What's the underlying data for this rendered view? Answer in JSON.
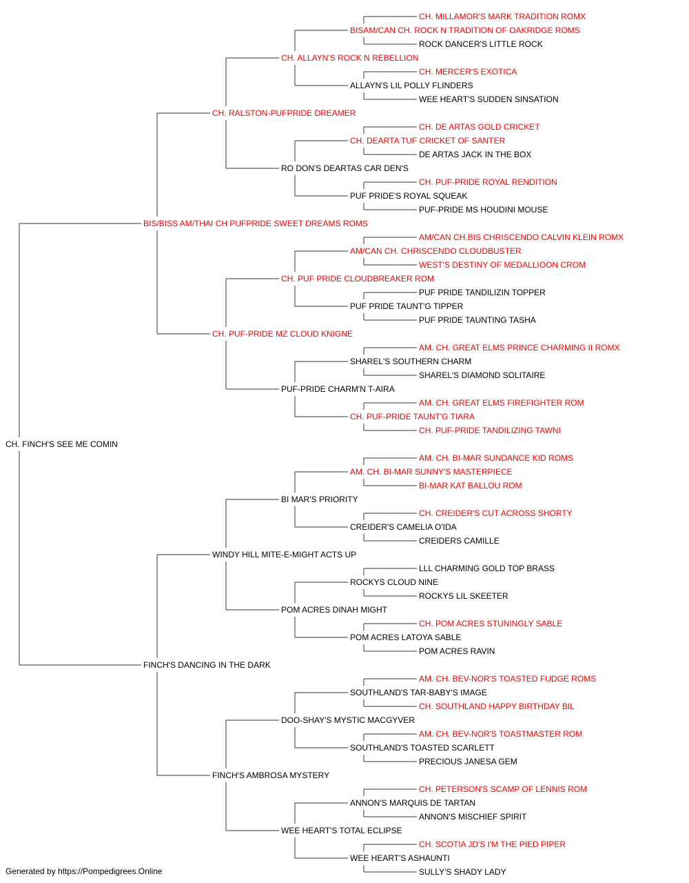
{
  "colors": {
    "champion": "#ff0000",
    "normal": "#000000",
    "line": "#333333"
  },
  "footer": "Generated by https://Pompedigrees.Online",
  "subject": {
    "name": "CH. FINCH'S SEE ME COMIN",
    "champion": false
  },
  "sire": {
    "name": "BIS/BISS AM/THAI CH PUFPRIDE SWEET DREAMS ROMS",
    "champion": true
  },
  "dam": {
    "name": "FINCH'S DANCING IN THE DARK",
    "champion": false
  },
  "grandparents": [
    {
      "name": "CH. RALSTON-PUFPRIDE DREAMER",
      "champion": true
    },
    {
      "name": "CH. PUF-PRIDE MZ CLOUD KNIGNE",
      "champion": true
    },
    {
      "name": "WINDY HILL MITE-E-MIGHT ACTS UP",
      "champion": false
    },
    {
      "name": "FINCH'S AMBROSA MYSTERY",
      "champion": false
    }
  ],
  "great_grandparents": [
    {
      "name": "CH. ALLAYN'S ROCK N REBELLION",
      "champion": true
    },
    {
      "name": "RO DON'S DEARTAS CAR DEN'S",
      "champion": false
    },
    {
      "name": "CH. PUF PRIDE CLOUDBREAKER ROM",
      "champion": true
    },
    {
      "name": "PUF-PRIDE CHARM'N T-AIRA",
      "champion": false
    },
    {
      "name": "BI MAR'S PRIORITY",
      "champion": false
    },
    {
      "name": "POM ACRES DINAH MIGHT",
      "champion": false
    },
    {
      "name": "DOO-SHAY'S MYSTIC MACGYVER",
      "champion": false
    },
    {
      "name": "WEE HEART'S TOTAL ECLIPSE",
      "champion": false
    }
  ],
  "great_great_grandparents": [
    {
      "name": "BISAM/CAN CH. ROCK N TRADITION OF OAKRIDGE ROMS",
      "champion": true
    },
    {
      "name": "ALLAYN'S LIL POLLY FLINDERS",
      "champion": false
    },
    {
      "name": "CH. DEARTA TUF CRICKET OF SANTER",
      "champion": true
    },
    {
      "name": "PUF PRIDE'S ROYAL SQUEAK",
      "champion": false
    },
    {
      "name": "AM/CAN CH. CHRISCENDO CLOUDBUSTER",
      "champion": true
    },
    {
      "name": "PUF PRIDE TAUNT'G TIPPER",
      "champion": false
    },
    {
      "name": "SHAREL'S SOUTHERN CHARM",
      "champion": false
    },
    {
      "name": "CH. PUF-PRIDE TAUNT'G TIARA",
      "champion": true
    },
    {
      "name": "AM. CH. BI-MAR SUNNY'S MASTERPIECE",
      "champion": true
    },
    {
      "name": "CREIDER'S CAMELIA O'IDA",
      "champion": false
    },
    {
      "name": "ROCKYS CLOUD NINE",
      "champion": false
    },
    {
      "name": "POM ACRES LATOYA SABLE",
      "champion": false
    },
    {
      "name": "SOUTHLAND'S TAR-BABY'S IMAGE",
      "champion": false
    },
    {
      "name": "SOUTHLAND'S TOASTED SCARLETT",
      "champion": false
    },
    {
      "name": "ANNON'S MARQUIS DE TARTAN",
      "champion": false
    },
    {
      "name": "WEE HEART'S ASHAUNTI",
      "champion": false
    }
  ],
  "generation_5": [
    {
      "name": "CH. MILLAMOR'S MARK TRADITION ROMX",
      "champion": true
    },
    {
      "name": "ROCK DANCER'S LITTLE ROCK",
      "champion": false
    },
    {
      "name": "CH. MERCER'S EXOTICA",
      "champion": true
    },
    {
      "name": "WEE HEART'S SUDDEN SINSATION",
      "champion": false
    },
    {
      "name": "CH. DE ARTAS GOLD CRICKET",
      "champion": true
    },
    {
      "name": "DE ARTAS JACK IN THE BOX",
      "champion": false
    },
    {
      "name": "CH. PUF-PRIDE ROYAL RENDITION",
      "champion": true
    },
    {
      "name": "PUF-PRIDE MS HOUDINI MOUSE",
      "champion": false
    },
    {
      "name": "AM/CAN CH.BIS CHRISCENDO CALVIN KLEIN ROMX",
      "champion": true
    },
    {
      "name": "WEST'S DESTINY OF MEDALLIOON CROM",
      "champion": true
    },
    {
      "name": "PUF PRIDE TANDILIZIN TOPPER",
      "champion": false
    },
    {
      "name": "PUF PRIDE TAUNTING TASHA",
      "champion": false
    },
    {
      "name": "AM. CH. GREAT ELMS PRINCE CHARMING II ROMX",
      "champion": true
    },
    {
      "name": "SHAREL'S DIAMOND SOLITAIRE",
      "champion": false
    },
    {
      "name": "AM. CH. GREAT ELMS FIREFIGHTER ROM",
      "champion": true
    },
    {
      "name": "CH. PUF-PRIDE TANDILIZING TAWNI",
      "champion": true
    },
    {
      "name": "AM. CH. BI-MAR SUNDANCE KID ROMS",
      "champion": true
    },
    {
      "name": "BI-MAR KAT BALLOU ROM",
      "champion": true
    },
    {
      "name": "CH. CREIDER'S CUT ACROSS SHORTY",
      "champion": true
    },
    {
      "name": "CREIDERS CAMILLE",
      "champion": false
    },
    {
      "name": "LLL CHARMING GOLD TOP BRASS",
      "champion": false
    },
    {
      "name": "ROCKYS LIL SKEETER",
      "champion": false
    },
    {
      "name": "CH. POM ACRES STUNINGLY SABLE",
      "champion": true
    },
    {
      "name": "POM ACRES RAVIN",
      "champion": false
    },
    {
      "name": "AM. CH. BEV-NOR'S TOASTED FUDGE ROMS",
      "champion": true
    },
    {
      "name": "CH. SOUTHLAND HAPPY BIRTHDAY BIL",
      "champion": true
    },
    {
      "name": "AM. CH. BEV-NOR'S TOASTMASTER ROM",
      "champion": true
    },
    {
      "name": "PRECIOUS JANESA GEM",
      "champion": false
    },
    {
      "name": "CH. PETERSON'S SCAMP OF LENNIS ROM",
      "champion": true
    },
    {
      "name": "ANNON'S MISCHIEF SPIRIT",
      "champion": false
    },
    {
      "name": "CH. SCOTIA JD'S I'M THE PIED PIPER",
      "champion": true
    },
    {
      "name": "SULLY'S SHADY LADY",
      "champion": false
    }
  ]
}
